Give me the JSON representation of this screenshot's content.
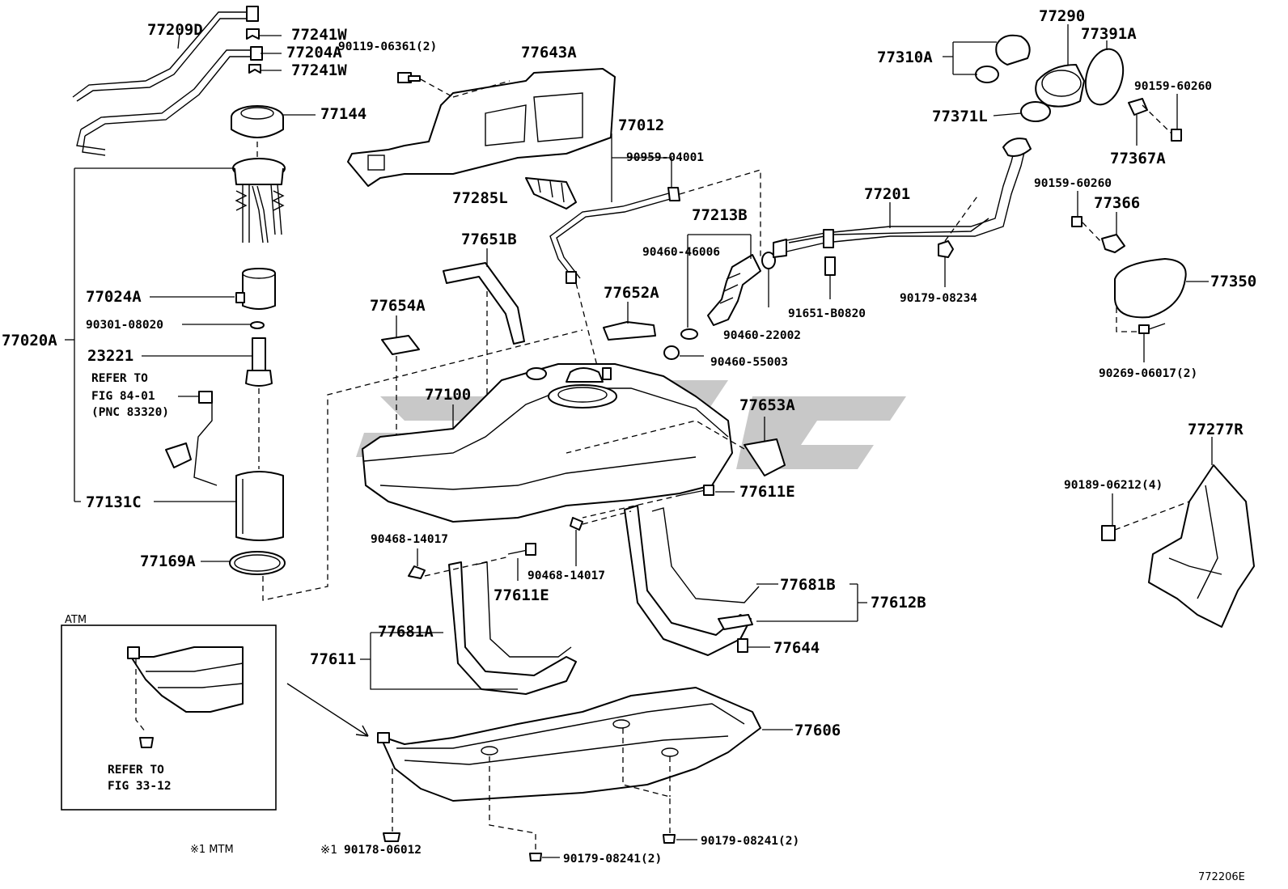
{
  "figure_code": "772206E",
  "parts": {
    "p77209D": "77209D",
    "p77241W_a": "77241W",
    "p77204A": "77204A",
    "p77241W_b": "77241W",
    "p77144": "77144",
    "p77020A": "77020A",
    "p77024A": "77024A",
    "p90301": "90301-08020",
    "p23221": "23221",
    "refer1_a": "REFER TO",
    "refer1_b": "FIG 84-01",
    "refer1_c": "(PNC 83320)",
    "p77131C": "77131C",
    "p77169A": "77169A",
    "p90119": "90119-06361(2)",
    "p77643A": "77643A",
    "p77012": "77012",
    "p90959": "90959-04001",
    "p77285L": "77285L",
    "p77651B": "77651B",
    "p77654A": "77654A",
    "p77652A": "77652A",
    "p77100": "77100",
    "p77213B": "77213B",
    "p90460_46006": "90460-46006",
    "p90460_22002": "90460-22002",
    "p90460_55003": "90460-55003",
    "p77653A": "77653A",
    "p77611E_a": "77611E",
    "p90468_a": "90468-14017",
    "p90468_b": "90468-14017",
    "p77611E_b": "77611E",
    "p77681A": "77681A",
    "p77611": "77611",
    "p77681B": "77681B",
    "p77612B": "77612B",
    "p77644": "77644",
    "p77606": "77606",
    "p90178": "90178-06012",
    "p90179_a": "90179-08241(2)",
    "p90179_b": "90179-08241(2)",
    "mark1": "※1",
    "mtm_note": "※1 MTM",
    "atm_label": "ATM",
    "refer2_a": "REFER TO",
    "refer2_b": "FIG 33-12",
    "p77310A": "77310A",
    "p77290": "77290",
    "p77391A": "77391A",
    "p90159_a": "90159-60260",
    "p77371L": "77371L",
    "p77367A": "77367A",
    "p77201": "77201",
    "p90159_b": "90159-60260",
    "p77366": "77366",
    "p91651": "91651-B0820",
    "p90179_08234": "90179-08234",
    "p77350": "77350",
    "p90269": "90269-06017(2)",
    "p77277R": "77277R",
    "p90189": "90189-06212(4)"
  },
  "colors": {
    "line": "#000000",
    "watermark": "#9a9a9a",
    "background": "#ffffff"
  }
}
